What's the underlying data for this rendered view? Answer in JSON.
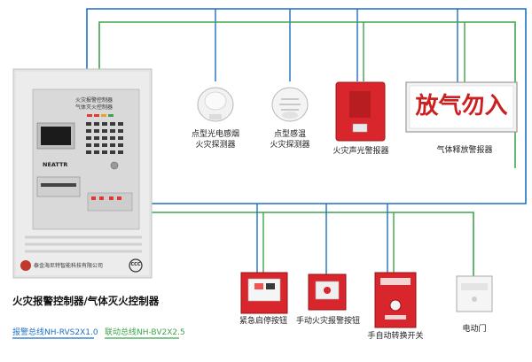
{
  "colors": {
    "blue_wire": "#1f6fc4",
    "green_wire": "#3fa34d",
    "panel_body": "#e6e6e6",
    "device_red": "#d8262c",
    "sign_text": "#cc1f1f"
  },
  "controller": {
    "title": "火灾报警控制器/气体灭火控制器",
    "panel_header_lines": [
      "火灾报警控制器",
      "气体灭火控制器"
    ],
    "brand": "NEATTR",
    "company": "泰金海尼特智能科技有限公司",
    "cert_mark": "CCC"
  },
  "legend": {
    "alarm_bus": "报警总线NH-RVS2X1.0",
    "linkage_bus": "联动总线NH-BV2X2.5"
  },
  "devices": {
    "smoke_detector": "点型光电感烟\n火灾探测器",
    "heat_detector": "点型感温\n火灾探测器",
    "sounder_strobe": "火灾声光警报器",
    "gas_release_sign": "气体释放警报器",
    "gas_release_sign_text": "放气勿入",
    "emergency_button": "紧急启停按钮",
    "manual_alarm_button": "手动火灾报警按钮",
    "auto_manual_switch": "手自动转换开关",
    "electric_door": "电动门"
  }
}
